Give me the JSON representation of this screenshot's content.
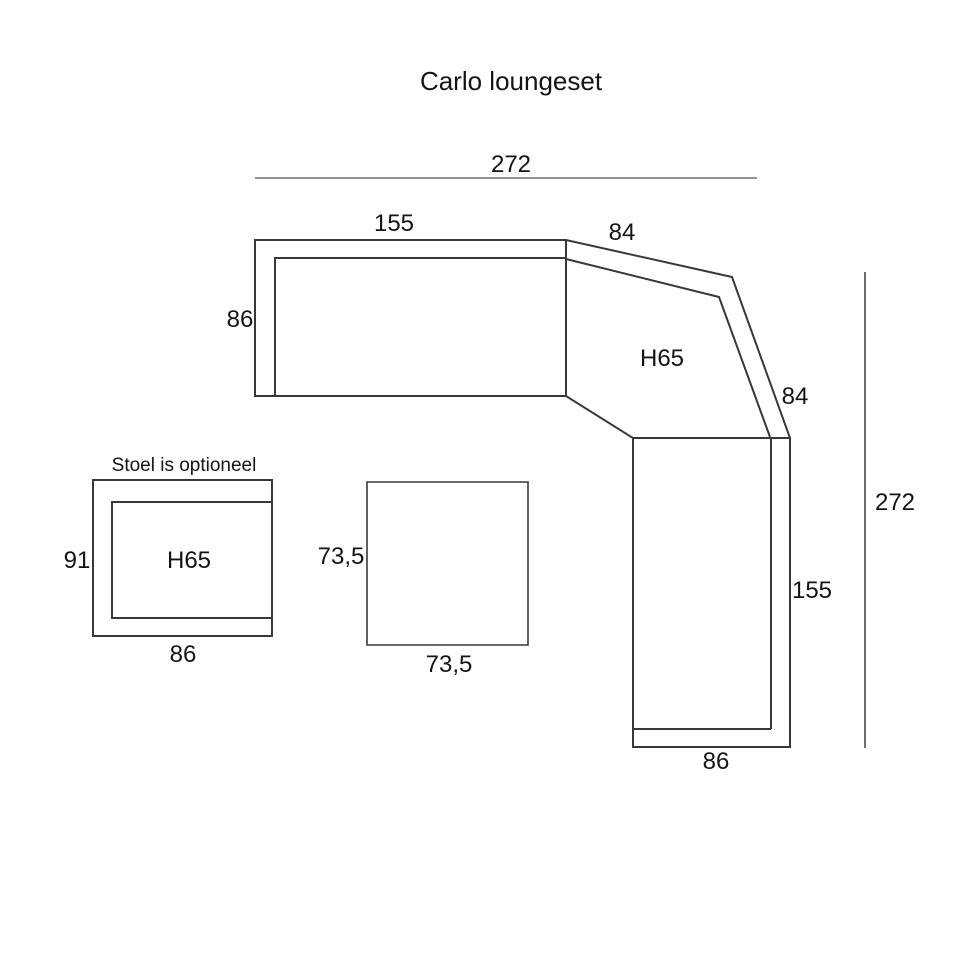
{
  "title": "Carlo loungeset",
  "colors": {
    "outline": "#383838",
    "dimension": "#6f6f6f",
    "background": "#ffffff"
  },
  "sofa": {
    "overall_width": "272",
    "overall_depth": "272",
    "left_section_width": "155",
    "left_section_depth": "86",
    "corner_back_width": "84",
    "corner_side_width": "84",
    "corner_height_label": "H65",
    "right_section_length": "155",
    "right_section_width": "86"
  },
  "chair": {
    "note": "Stoel is optioneel",
    "depth": "91",
    "width": "86",
    "height_label": "H65"
  },
  "table": {
    "depth": "73,5",
    "width": "73,5"
  }
}
